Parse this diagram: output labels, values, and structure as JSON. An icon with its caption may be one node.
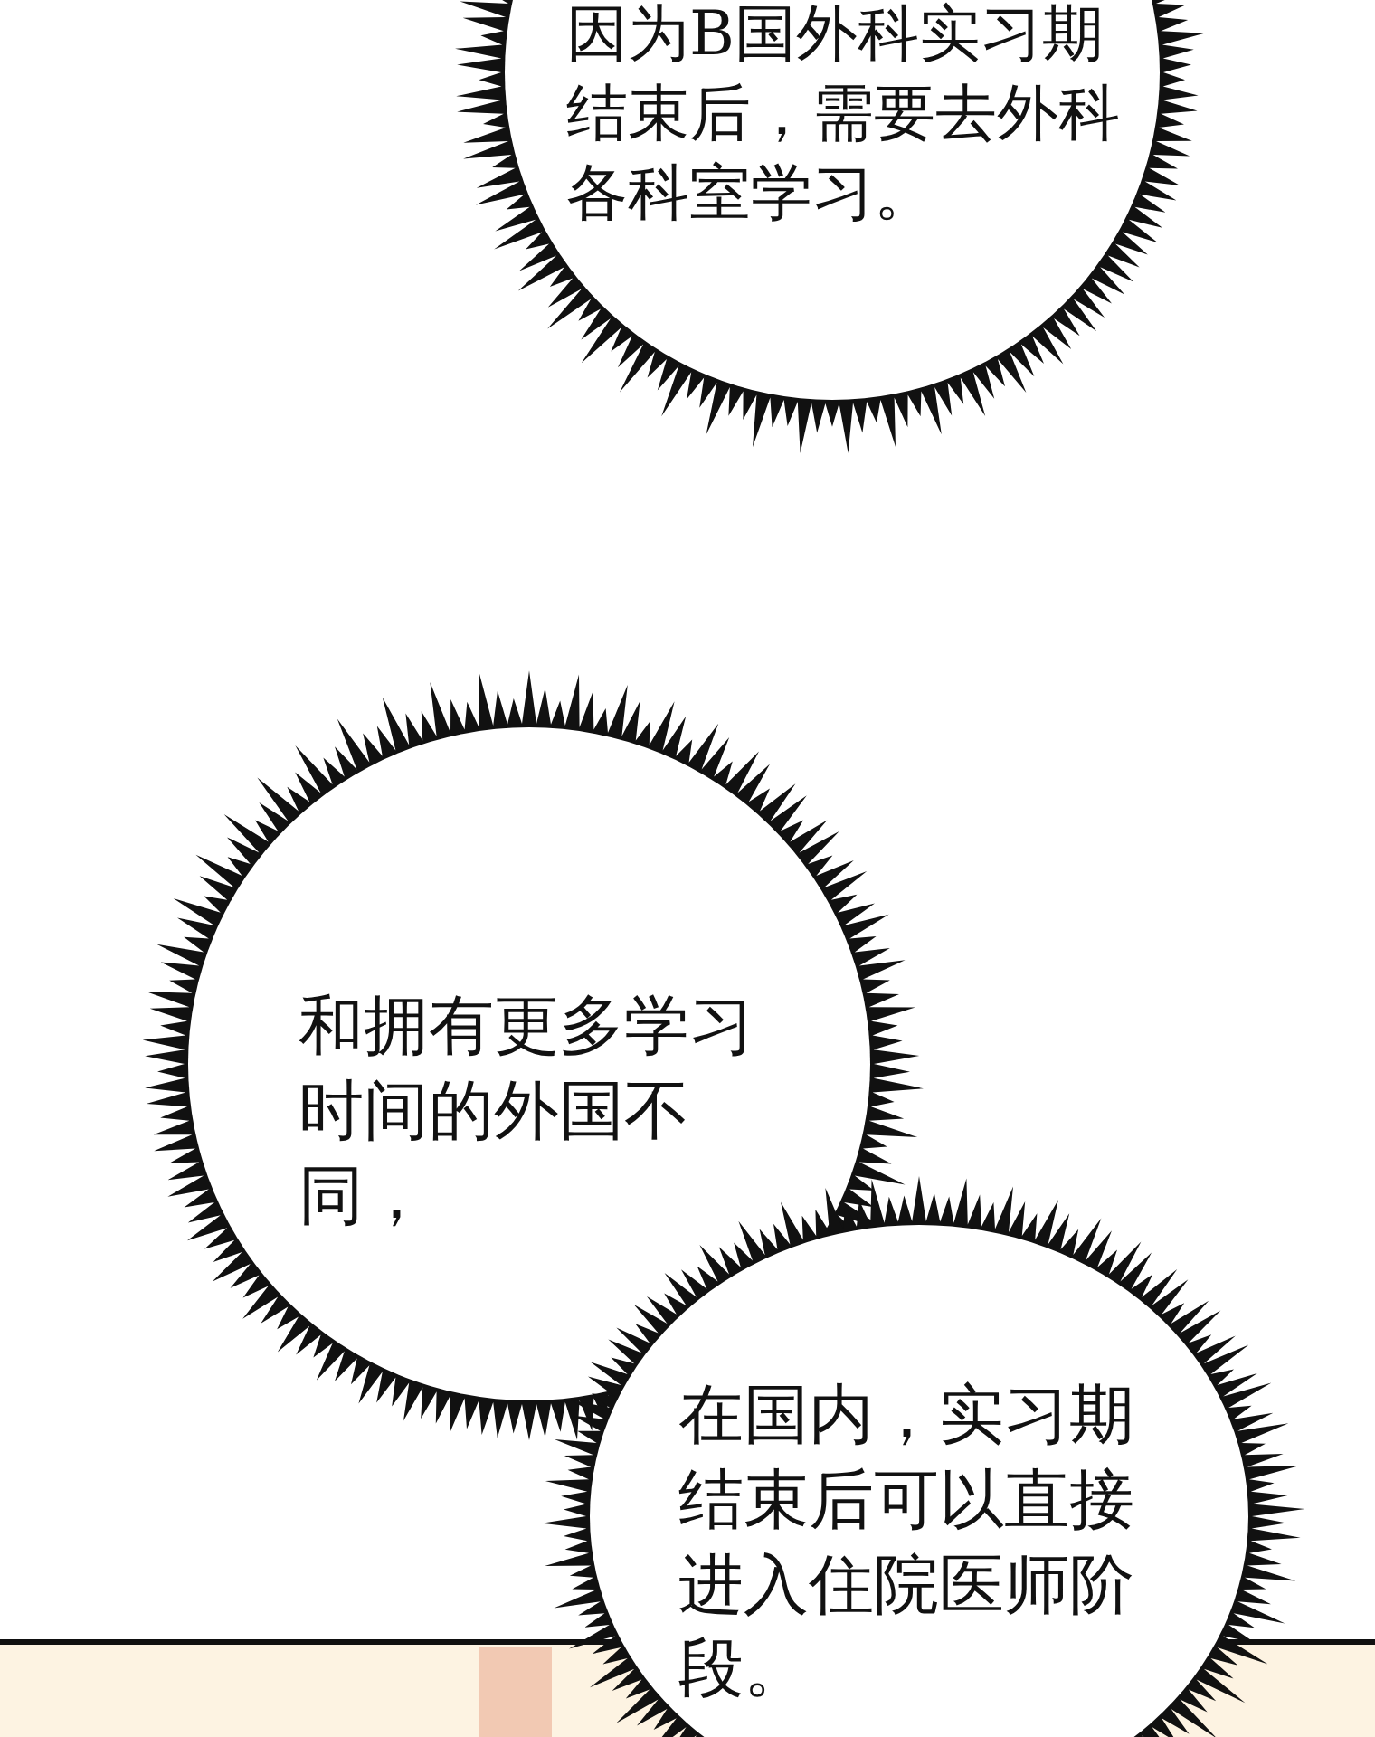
{
  "diagram": {
    "nodes": [
      {
        "text": [
          "因为B国外科实习期结束后，需要去外科各科室学习。"
        ]
      },
      {
        "text": [
          "和拥有更多学习时间的外国不同，"
        ]
      },
      {
        "text": [
          "在国内，实习期结束后可以直接进入住院医师阶段。"
        ]
      }
    ]
  }
}
